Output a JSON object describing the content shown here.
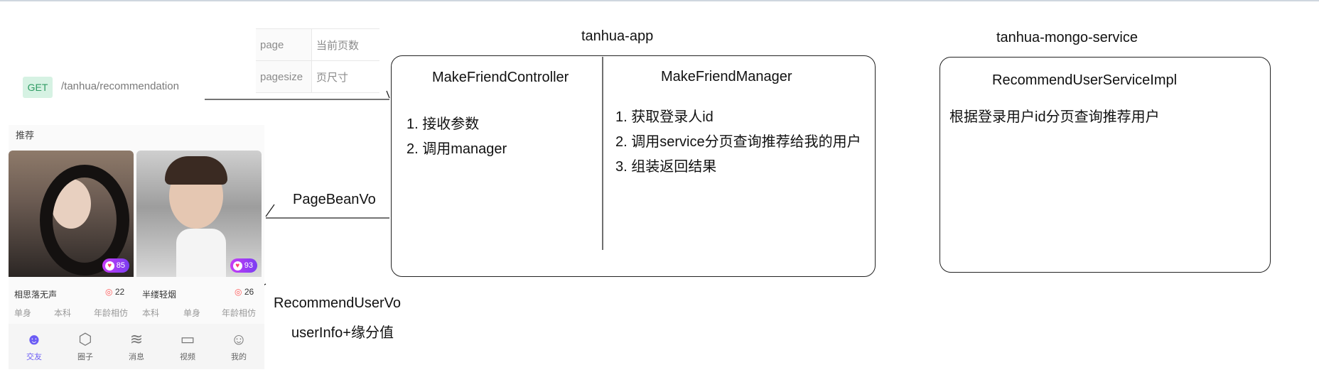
{
  "request": {
    "method": "GET",
    "path": "/tanhua/recommendation"
  },
  "params": [
    {
      "name": "page",
      "desc": "当前页数"
    },
    {
      "name": "pagesize",
      "desc": "页尺寸"
    }
  ],
  "app": {
    "section_title": "推荐",
    "cards": [
      {
        "name": "相思落无声",
        "fate": "85",
        "score": "22",
        "tags": [
          "单身",
          "本科",
          "年龄相仿"
        ]
      },
      {
        "name": "半缕轻烟",
        "fate": "93",
        "score": "26",
        "tags": [
          "本科",
          "单身",
          "年龄相仿"
        ]
      }
    ],
    "tabs": [
      {
        "label": "交友",
        "icon": "☻"
      },
      {
        "label": "圈子",
        "icon": "⬡"
      },
      {
        "label": "消息",
        "icon": "≋"
      },
      {
        "label": "视频",
        "icon": "▭"
      },
      {
        "label": "我的",
        "icon": "☺"
      }
    ]
  },
  "diagram": {
    "app_label": "tanhua-app",
    "mongo_label": "tanhua-mongo-service",
    "controller": {
      "title": "MakeFriendController",
      "steps": [
        "1. 接收参数",
        "2. 调用manager"
      ]
    },
    "manager": {
      "title": "MakeFriendManager",
      "steps": [
        "1. 获取登录人id",
        "2. 调用service分页查询推荐给我的用户",
        "3. 组装返回结果"
      ]
    },
    "service": {
      "title": "RecommendUserServiceImpl",
      "desc": "根据登录用户id分页查询推荐用户"
    },
    "pagebean_label": "PageBeanVo",
    "recommend_vo_label": "RecommendUserVo",
    "userinfo_label": "userInfo+缘分值"
  }
}
